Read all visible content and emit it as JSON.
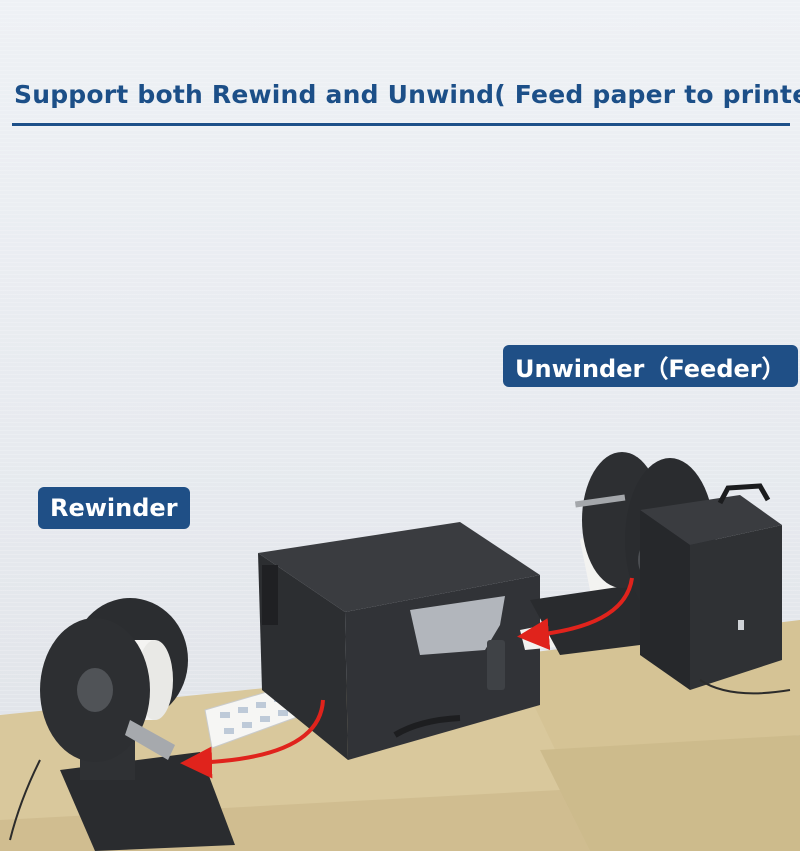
{
  "headline": "Support both Rewind and Unwind( Feed paper to printer)",
  "labels": {
    "unwinder": "Unwinder（Feeder）",
    "rewinder": "Rewinder"
  },
  "colors": {
    "title_blue": "#1c4f88",
    "label_bg": "#1f4f86",
    "arrow_red": "#e0231c",
    "device_dark": "#2f3134",
    "table_wood": "#d8c69a"
  }
}
